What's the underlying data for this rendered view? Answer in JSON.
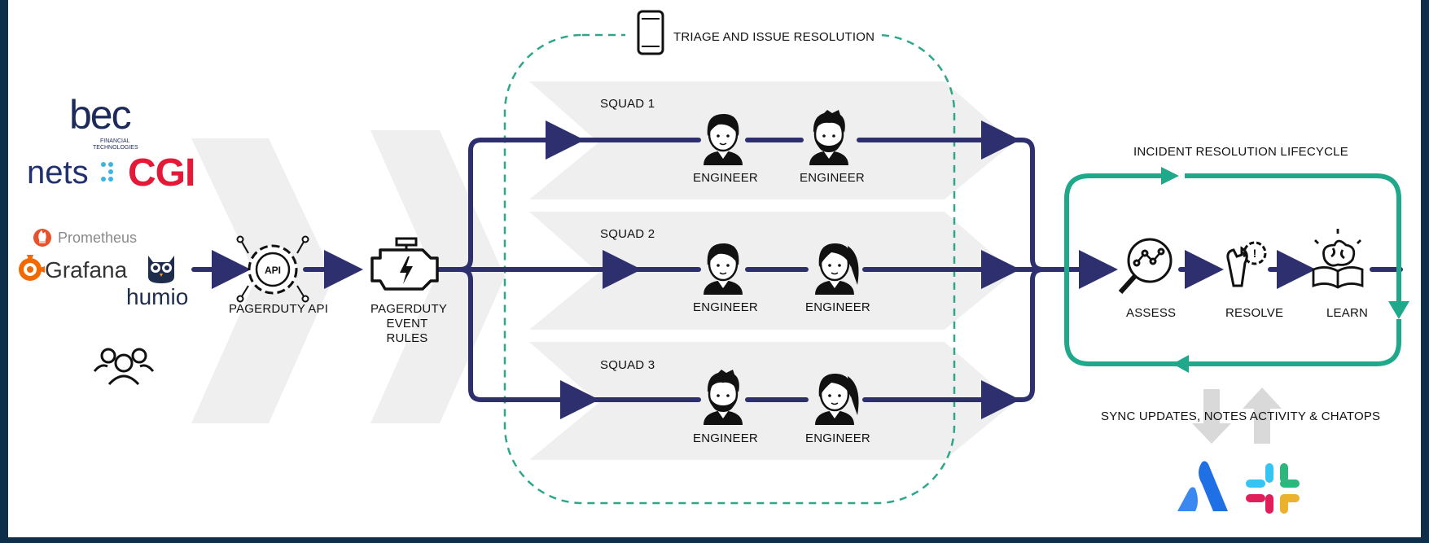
{
  "title": "TRIAGE AND ISSUE RESOLUTION",
  "sources": {
    "bec_main": "bec",
    "bec_sub1": "FINANCIAL",
    "bec_sub2": "TECHNOLOGIES",
    "nets": "nets",
    "cgi": "CGI",
    "prometheus": "Prometheus",
    "grafana": "Grafana",
    "humio": "humio"
  },
  "nodes": {
    "api": "PAGERDUTY API",
    "event_rules": [
      "PAGERDUTY",
      "EVENT",
      "RULES"
    ]
  },
  "squads": [
    {
      "name": "SQUAD 1",
      "engineers": [
        "ENGINEER",
        "ENGINEER"
      ]
    },
    {
      "name": "SQUAD 2",
      "engineers": [
        "ENGINEER",
        "ENGINEER"
      ]
    },
    {
      "name": "SQUAD 3",
      "engineers": [
        "ENGINEER",
        "ENGINEER"
      ]
    }
  ],
  "lifecycle": {
    "title": "INCIDENT RESOLUTION LIFECYCLE",
    "steps": [
      "ASSESS",
      "RESOLVE",
      "LEARN"
    ]
  },
  "sync_label": "SYNC UPDATES, NOTES ACTIVITY & CHATOPS",
  "colors": {
    "flow": "#2d2f6e",
    "lifecycle": "#1fa98a",
    "dashed": "#2ea68a",
    "bec": "#1d2b5a",
    "nets": "#203070",
    "cgi": "#e31937",
    "prometheus": "#e6522c",
    "grafana": "#f46800",
    "atlassian": "#1f6fe5"
  }
}
